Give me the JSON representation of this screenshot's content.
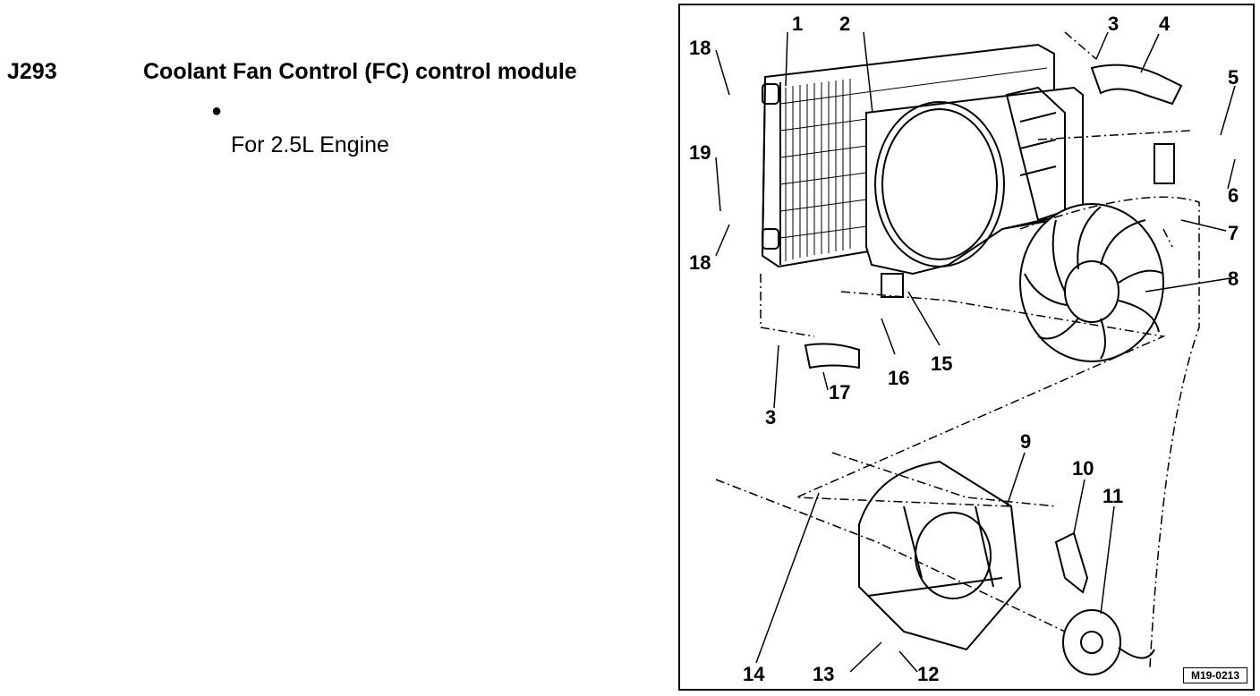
{
  "heading": {
    "code": "J293",
    "title": "Coolant Fan Control (FC) control module"
  },
  "bullets": [
    {
      "symbol": "●",
      "text": "For 2.5L Engine"
    }
  ],
  "figure": {
    "id": "M19-0213",
    "callouts": [
      "1",
      "2",
      "3",
      "4",
      "5",
      "6",
      "7",
      "8",
      "15",
      "16",
      "3",
      "17",
      "18",
      "19",
      "18",
      "9",
      "10",
      "11",
      "14",
      "13",
      "12"
    ]
  }
}
